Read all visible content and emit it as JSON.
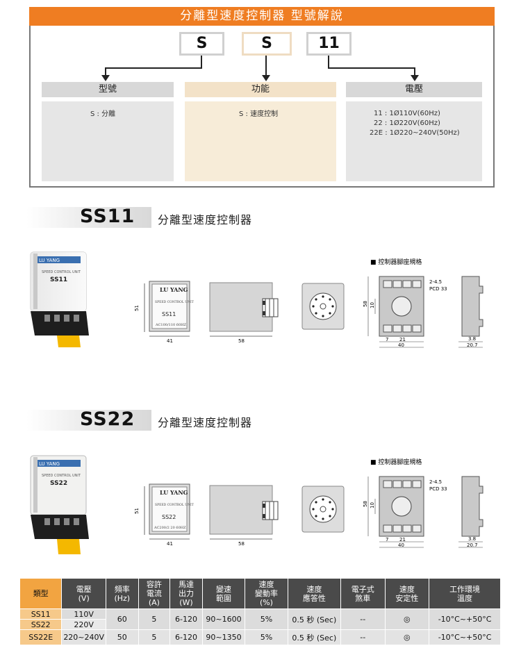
{
  "decode": {
    "title": "分離型速度控制器 型號解說",
    "codes": [
      "S",
      "S",
      "11"
    ],
    "columns": [
      {
        "head": "型號",
        "lines": [
          "S : 分離"
        ]
      },
      {
        "head": "功能",
        "lines": [
          "S : 速度控制"
        ]
      },
      {
        "head": "電壓",
        "lines": [
          "11 : 1Ø110V(60Hz)",
          "22 : 1Ø220V(60Hz)",
          "22E : 1Ø220~240V(50Hz)"
        ]
      }
    ]
  },
  "products": [
    {
      "model": "SS11",
      "desc": "分離型速度控制器",
      "label": {
        "brand": "LU YANG",
        "line1": "SPEED CONTROL UNIT",
        "name": "SS11",
        "volt": "AC100/110  60HZ"
      },
      "dims": {
        "height": "51",
        "front_w": "41",
        "side_w": "58"
      },
      "pin_title": "■ 控制器腳座規格",
      "pin": {
        "pcd": "PCD 33",
        "hole": "2-4.5",
        "h": "58",
        "h2": "10",
        "a": "7",
        "b": "21",
        "w": "40",
        "c": "3.8",
        "d": "20.7"
      }
    },
    {
      "model": "SS22",
      "desc": "分離型速度控制器",
      "label": {
        "brand": "LU YANG",
        "line1": "SPEED CONTROL UNIT",
        "name": "SS22",
        "volt": "AC200/2 20  60HZ"
      },
      "dims": {
        "height": "51",
        "front_w": "41",
        "side_w": "58"
      },
      "pin_title": "■ 控制器腳座規格",
      "pin": {
        "pcd": "PCD 33",
        "hole": "2-4.5",
        "h": "58",
        "h2": "10",
        "a": "7",
        "b": "21",
        "w": "40",
        "c": "3.8",
        "d": "20.7"
      }
    }
  ],
  "product_photo": {
    "brand": "LU YANG",
    "small": "SPEED CONTROL UNIT",
    "model_a": "SS11",
    "model_b": "SS22"
  },
  "spec_table": {
    "headers": [
      "類型",
      "電壓\n(V)",
      "頻率\n(Hz)",
      "容許\n電流\n(A)",
      "馬達\n出力\n(W)",
      "變速\n範圍",
      "速度\n變動率\n(%)",
      "速度\n應答性",
      "電子式\n煞車",
      "速度\n安定性",
      "工作環境\n溫度"
    ],
    "rows": [
      {
        "model": "SS11",
        "voltage": "110V"
      },
      {
        "model": "SS22",
        "voltage": "220V"
      }
    ],
    "shared": {
      "freq": "60",
      "current": "5",
      "power": "6-120",
      "range": "90~1600",
      "var": "5%",
      "resp": "0.5 秒 (Sec)",
      "brake": "--",
      "stab": "◎",
      "temp": "-10°C~+50°C"
    },
    "row_e": {
      "model": "SS22E",
      "voltage": "220~240V",
      "freq": "50",
      "current": "5",
      "power": "6-120",
      "range": "90~1350",
      "var": "5%",
      "resp": "0.5 秒 (Sec)",
      "brake": "--",
      "stab": "◎",
      "temp": "-10°C~+50°C"
    }
  }
}
